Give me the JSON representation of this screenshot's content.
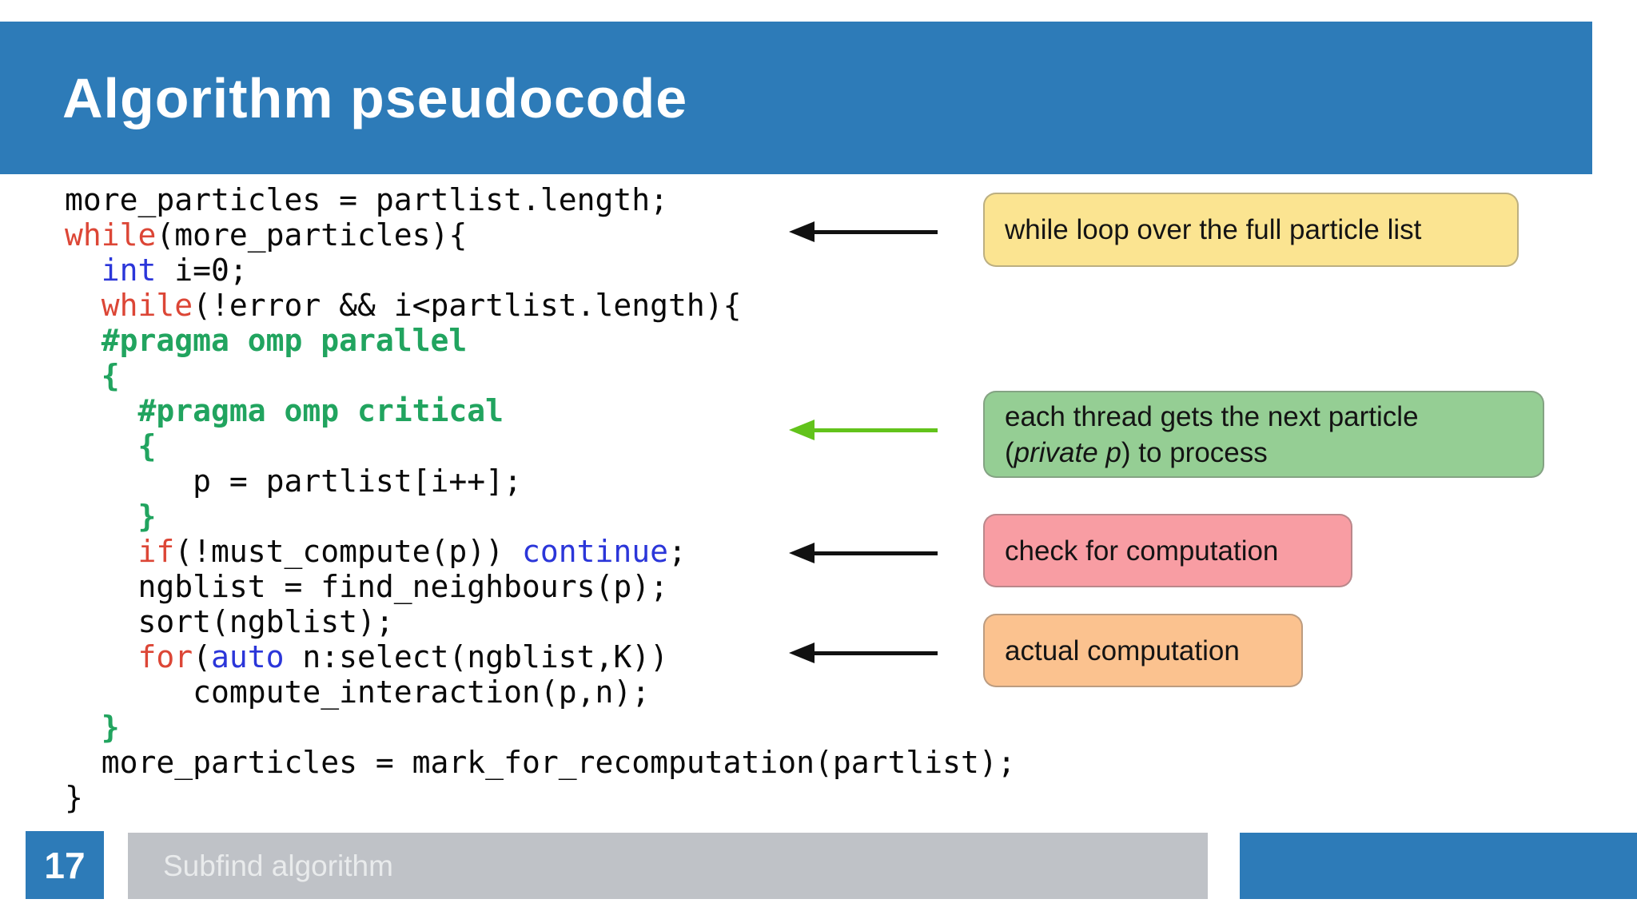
{
  "slide": {
    "title": "Algorithm pseudocode",
    "page_number": "17",
    "footer_text": "Subfind algorithm"
  },
  "colors": {
    "header_blue": "#2d7bb8",
    "footer_gray": "#bfc2c7",
    "code_black": "#0a0a0a",
    "keyword_red": "#dc4636",
    "keyword_blue": "#2b36d9",
    "pragma_green": "#21a45f",
    "arrow_black": "#111111",
    "arrow_green": "#62c31b",
    "note_yellow": "#fbe491",
    "note_green": "#95ce94",
    "note_pink": "#f89da3",
    "note_orange": "#fbc28f"
  },
  "code": {
    "lines": [
      {
        "indent": 0,
        "tokens": [
          {
            "t": "more_particles = partlist.length;",
            "c": "plain"
          }
        ]
      },
      {
        "indent": 0,
        "tokens": [
          {
            "t": "while",
            "c": "red"
          },
          {
            "t": "(more_particles){",
            "c": "plain"
          }
        ]
      },
      {
        "indent": 2,
        "tokens": [
          {
            "t": "int",
            "c": "blue"
          },
          {
            "t": " i=0;",
            "c": "plain"
          }
        ]
      },
      {
        "indent": 2,
        "tokens": [
          {
            "t": "while",
            "c": "red"
          },
          {
            "t": "(!error && i<partlist.length){",
            "c": "plain"
          }
        ]
      },
      {
        "indent": 2,
        "tokens": [
          {
            "t": "#pragma omp parallel",
            "c": "green"
          }
        ]
      },
      {
        "indent": 2,
        "tokens": [
          {
            "t": "{",
            "c": "green"
          }
        ]
      },
      {
        "indent": 4,
        "tokens": [
          {
            "t": "#pragma omp critical",
            "c": "green"
          }
        ]
      },
      {
        "indent": 4,
        "tokens": [
          {
            "t": "{",
            "c": "green"
          }
        ]
      },
      {
        "indent": 7,
        "tokens": [
          {
            "t": "p = partlist[i++];",
            "c": "plain"
          }
        ]
      },
      {
        "indent": 4,
        "tokens": [
          {
            "t": "}",
            "c": "green"
          }
        ]
      },
      {
        "indent": 4,
        "tokens": [
          {
            "t": "if",
            "c": "red"
          },
          {
            "t": "(!must_compute(p)) ",
            "c": "plain"
          },
          {
            "t": "continue",
            "c": "blue"
          },
          {
            "t": ";",
            "c": "plain"
          }
        ]
      },
      {
        "indent": 4,
        "tokens": [
          {
            "t": "ngblist = find_neighbours(p);",
            "c": "plain"
          }
        ]
      },
      {
        "indent": 4,
        "tokens": [
          {
            "t": "sort(ngblist);",
            "c": "plain"
          }
        ]
      },
      {
        "indent": 4,
        "tokens": [
          {
            "t": "for",
            "c": "red"
          },
          {
            "t": "(",
            "c": "plain"
          },
          {
            "t": "auto",
            "c": "blue"
          },
          {
            "t": " n:select(ngblist,K))",
            "c": "plain"
          }
        ]
      },
      {
        "indent": 7,
        "tokens": [
          {
            "t": "compute_interaction(p,n);",
            "c": "plain"
          }
        ]
      },
      {
        "indent": 2,
        "tokens": [
          {
            "t": "}",
            "c": "green"
          }
        ]
      },
      {
        "indent": 2,
        "tokens": [
          {
            "t": "more_particles = mark_for_recomputation(partlist);",
            "c": "plain"
          }
        ]
      },
      {
        "indent": 0,
        "tokens": [
          {
            "t": "}",
            "c": "plain"
          }
        ]
      }
    ]
  },
  "annotations": [
    {
      "label": "while loop over the full particle list",
      "arrow_color": "black"
    },
    {
      "line1": "each thread gets the next particle",
      "line2_prefix": "(",
      "line2_italic": "private p",
      "line2_suffix": ") to process",
      "arrow_color": "green"
    },
    {
      "label": "check for computation",
      "arrow_color": "black"
    },
    {
      "label": "actual computation",
      "arrow_color": "black"
    }
  ]
}
